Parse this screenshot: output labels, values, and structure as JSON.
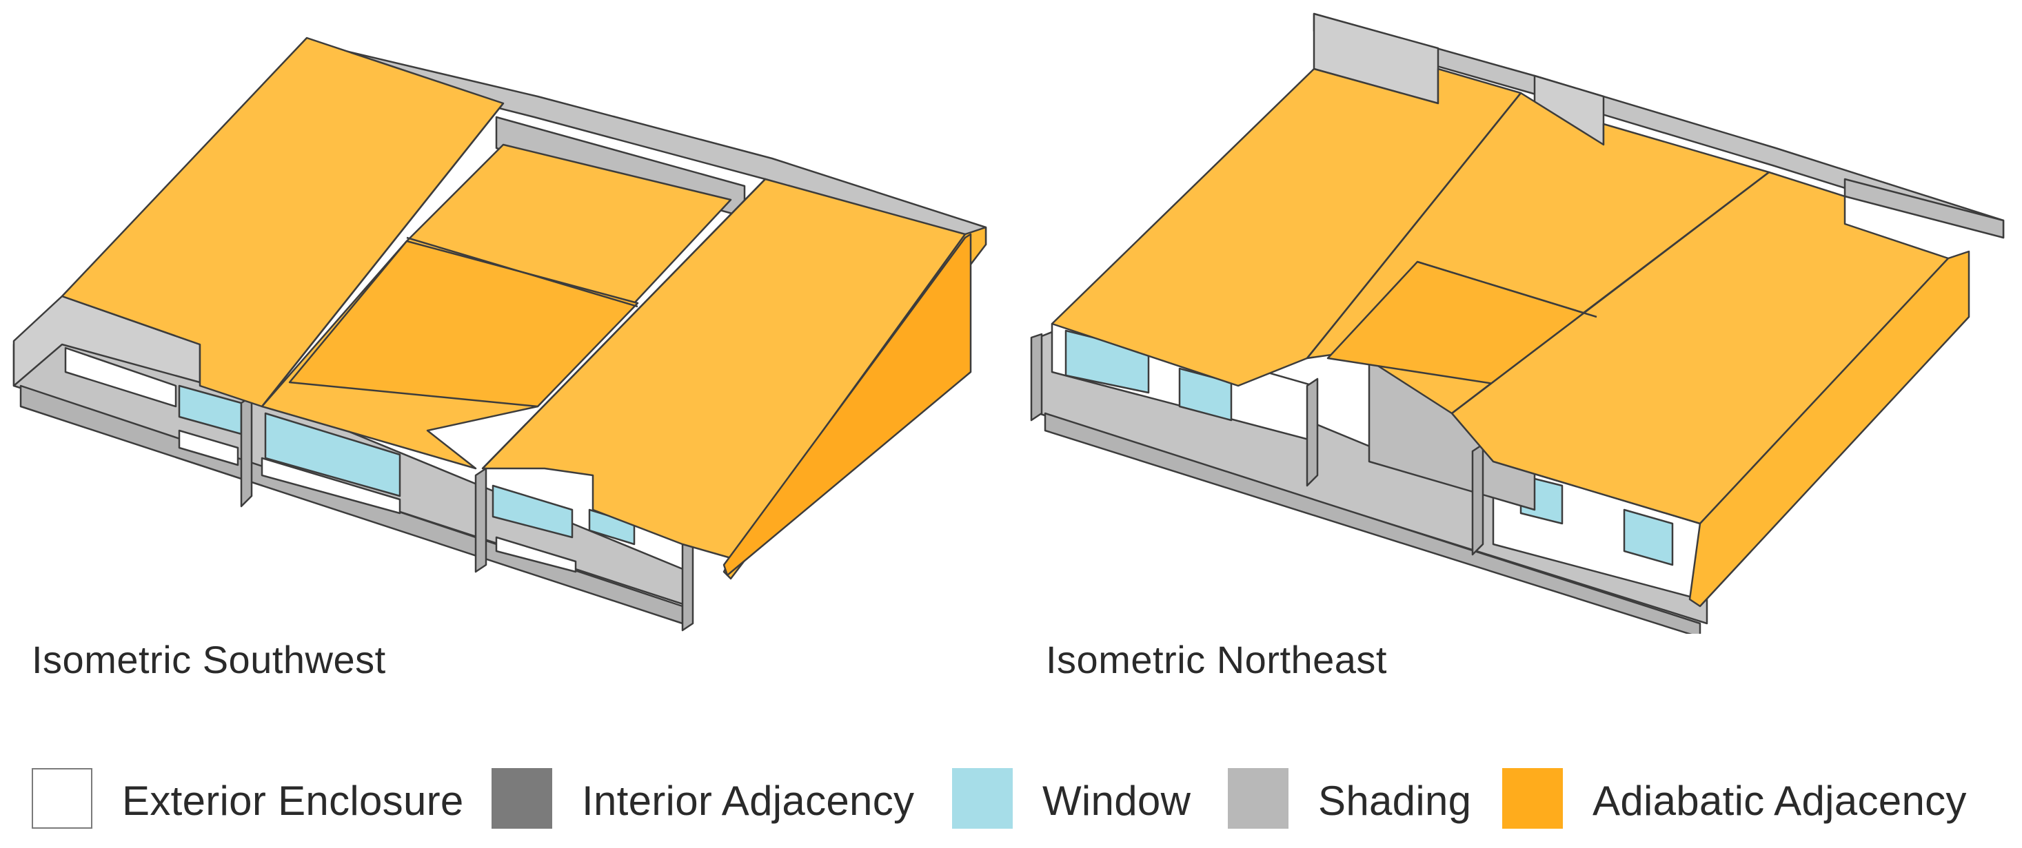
{
  "views": [
    {
      "title": "Isometric Southwest"
    },
    {
      "title": "Isometric Northeast"
    }
  ],
  "legend": [
    {
      "label": "Exterior Enclosure",
      "color": "#ffffff",
      "border": "#7a7a7a"
    },
    {
      "label": "Interior Adjacency",
      "color": "#7b7b7b",
      "border": "#7b7b7b"
    },
    {
      "label": "Window",
      "color": "#a6dde8",
      "border": "#a6dde8"
    },
    {
      "label": "Shading",
      "color": "#b8b8b8",
      "border": "#b8b8b8"
    },
    {
      "label": "Adiabatic Adjacency",
      "color": "#ffac1c",
      "border": "#ffac1c"
    }
  ],
  "colors": {
    "adiabatic_top": "#ffbf45",
    "adiabatic_wall": "#ffb935",
    "shading": "#c4c4c4",
    "shading_dark": "#a8a8a8",
    "window": "#a6dde8",
    "exterior": "#ffffff",
    "edge": "#3c3c3c"
  }
}
